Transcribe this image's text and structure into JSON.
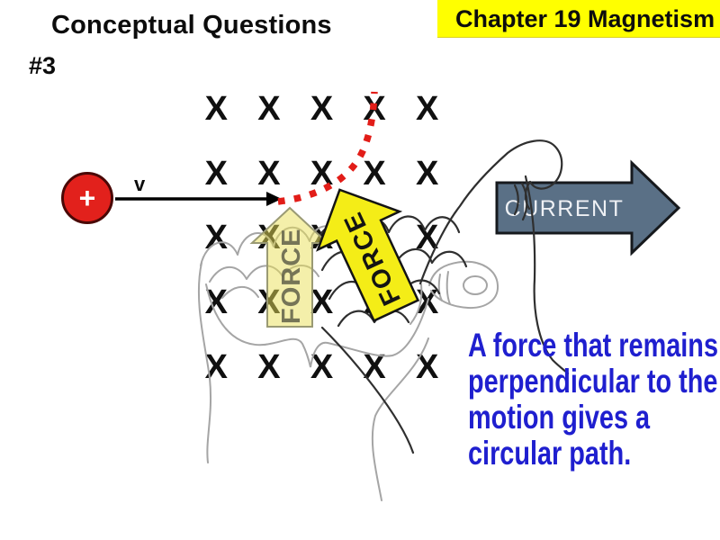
{
  "slide": {
    "title": "Conceptual Questions",
    "question_number": "#3",
    "banner": "Chapter 19 Magnetism",
    "caption": "A force that remains\nperpendicular to the\nmotion gives a\ncircular path."
  },
  "diagram": {
    "charge_symbol": "+",
    "velocity_label": "v",
    "force_label_vertical": "FORCE",
    "force_label_tilted": "FORCE",
    "current_label": "CURRENT",
    "field_grid": {
      "symbol": "X",
      "rows": 5,
      "cols": 5
    },
    "icons": [
      "magnetic-field-into-page-x-marks",
      "positive-charge-circle",
      "velocity-arrow",
      "circular-path-dots",
      "right-hand-rule-hand",
      "force-arrow",
      "current-arrow"
    ]
  },
  "colors": {
    "banner-yellow": "#ffff00",
    "charge-red": "#e2211c",
    "path-red": "#e21d18",
    "force-yellow": "#f4ed17",
    "pale-force-yellow": "#e9df55",
    "current-slate": "#5a7086",
    "caption-blue": "#1f1fcf",
    "hand-gray": "#a5a5a5",
    "hand-dark": "#2f2f2f"
  }
}
